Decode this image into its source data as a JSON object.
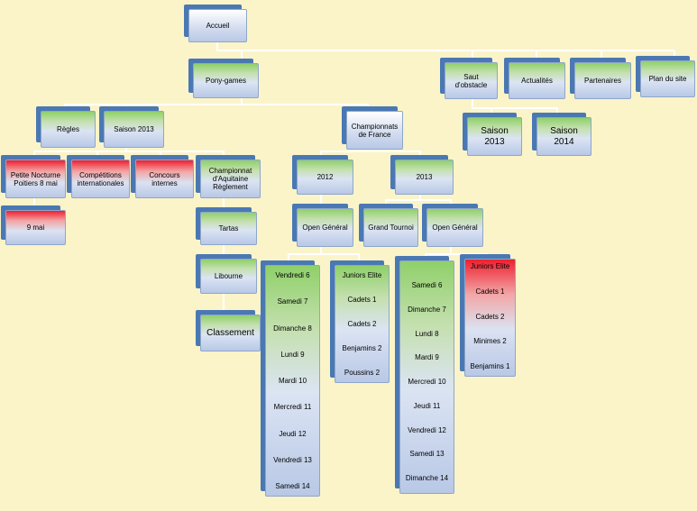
{
  "nodes": {
    "accueil": "Accueil",
    "pony_games": "Pony-games",
    "saut_obstacle": "Saut d'obstacle",
    "actualites": "Actualités",
    "partenaires": "Partenaires",
    "plan_du_site": "Plan du site",
    "regles": "Règles",
    "saison_2013": "Saison 2013",
    "championnats_france": "Championnats de France",
    "saut_saison_2013": "Saison 2013",
    "saut_saison_2014": "Saison 2014",
    "petite_nocturne": "Petite Nocturne Poitiers 8 mai",
    "nine_mai": "9 mai",
    "competitions_internationales": "Compétitions internationales",
    "concours_internes": "Concours internes",
    "championnat_aquitaine": "Championnat d'Aquitaine Règlement",
    "tartas": "Tartas",
    "libourne": "Libourne",
    "classement": "Classement",
    "cf_2012": "2012",
    "cf_2013": "2013",
    "open_general_2012": "Open Général",
    "grand_tournoi": "Grand Tournoi",
    "open_general_2013": "Open Général"
  },
  "lists": {
    "open_2012_days": [
      "Vendredi 6",
      "Samedi 7",
      "Dimanche 8",
      "Lundi 9",
      "Mardi 10",
      "Mercredi 11",
      "Jeudi 12",
      "Vendredi 13",
      "Samedi 14"
    ],
    "juniors_2012": [
      "Juniors Elite",
      "Cadets 1",
      "Cadets 2",
      "Benjamins 2",
      "Poussins 2"
    ],
    "open_2013_days": [
      "Samedi 6",
      "Dimanche 7",
      "Lundi 8",
      "Mardi 9",
      "Mercredi 10",
      "Jeudi 11",
      "Vendredi 12",
      "Samedi 13",
      "Dimanche 14"
    ],
    "juniors_2013": [
      "Juniors Elite",
      "Cadets 1",
      "Cadets 2",
      "Minimes 2",
      "Benjamins 1"
    ]
  },
  "colors": {
    "background": "#fbf4c9",
    "box_shadow": "#4a78b3",
    "connector": "#ffffff",
    "green_top": "#8fd06a",
    "red_top": "#ee2030"
  }
}
